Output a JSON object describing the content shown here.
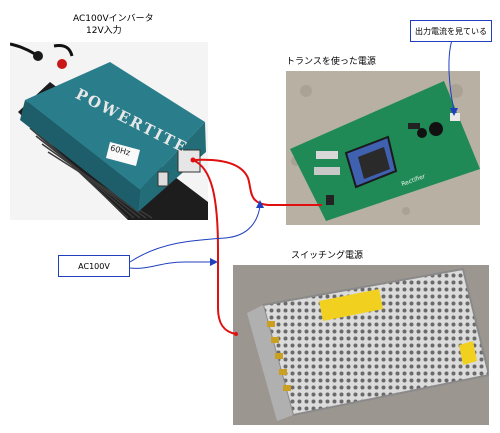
{
  "labels": {
    "inverter_line1": "AC100Vインバータ",
    "inverter_line2": "12V入力",
    "transformer_psu": "トランスを使った電源",
    "switching_psu": "スイッチング電源",
    "output_current_note": "出力電流を見ている",
    "ac100v": "AC100V"
  },
  "photo_text": {
    "inverter_brand": "POWERTITE",
    "inverter_tag": "60Hz",
    "board_print": "Rectifier"
  },
  "colors": {
    "ac_wire": "#e01010",
    "annotation_line": "#1f3fbf",
    "inverter_body": "#2a7e8c",
    "pcb_green": "#1f8a55",
    "photo_ground": "#bdb6a8",
    "mesh_metal": "#c9c9c9"
  }
}
